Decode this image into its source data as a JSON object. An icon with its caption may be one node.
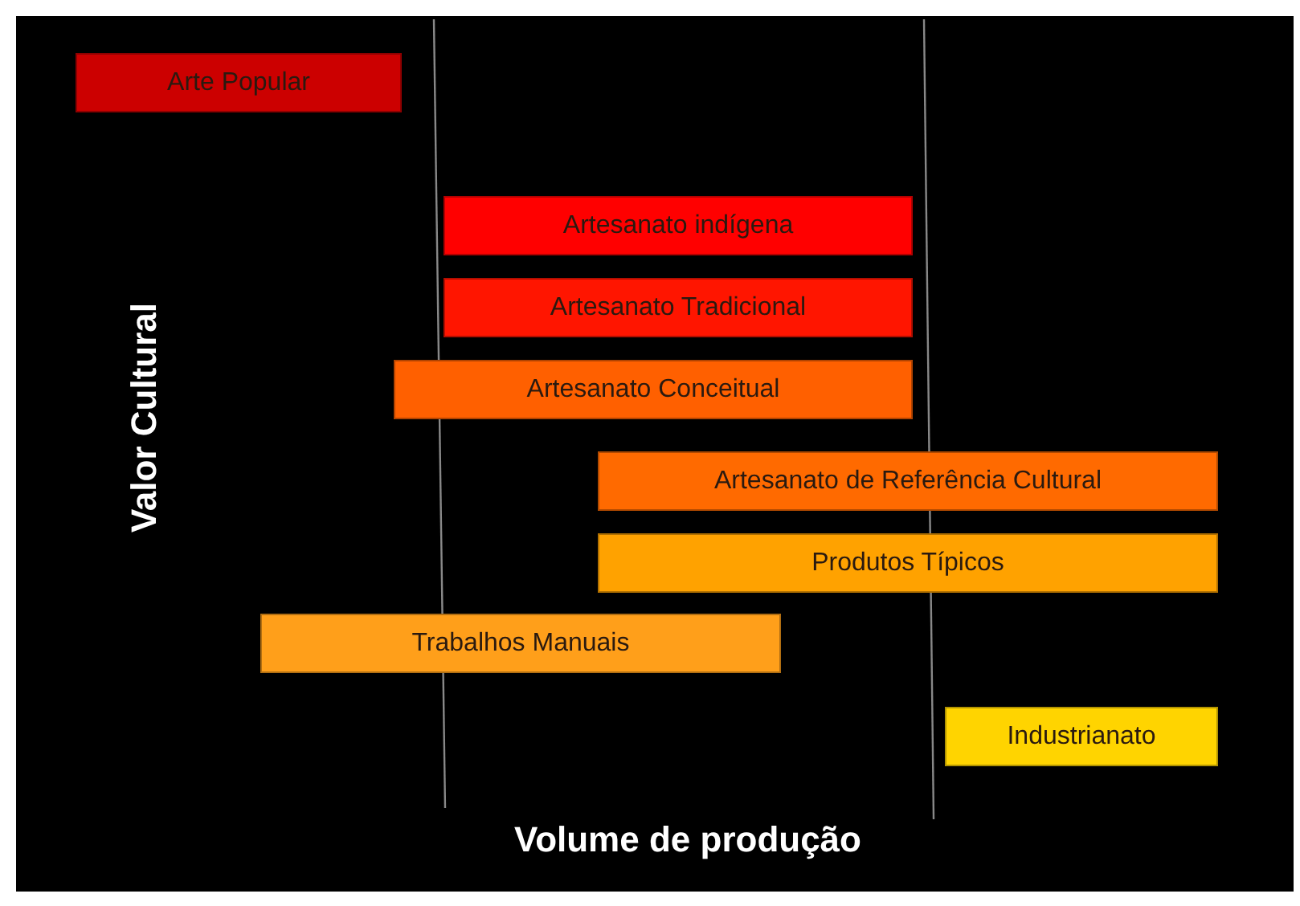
{
  "diagram": {
    "nodes": [
      {
        "text": [
          "Arte Popular"
        ]
      },
      {
        "text": [
          "Artesanato indígena"
        ]
      },
      {
        "text": [
          "Artesanato Tradicional"
        ]
      },
      {
        "text": [
          "Artesanato Conceitual"
        ]
      },
      {
        "text": [
          "Artesanato de Referência Cultural"
        ]
      },
      {
        "text": [
          "Produtos Típicos"
        ]
      },
      {
        "text": [
          "Trabalhos Manuais"
        ]
      },
      {
        "text": [
          "Industrianato"
        ]
      }
    ],
    "labels": [
      "Valor Cultural",
      "Volume de produção"
    ]
  }
}
